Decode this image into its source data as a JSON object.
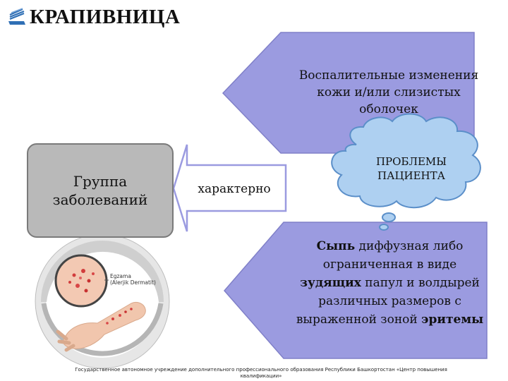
{
  "title": "КРАПИВНИЦА",
  "top_block": {
    "text": "Воспалительные изменения кожи и/или слизистых оболочек"
  },
  "group_block": {
    "text": "Группа заболеваний"
  },
  "arrow": {
    "text": "характерно"
  },
  "cloud": {
    "text": "ПРОБЛЕМЫ ПАЦИЕНТА"
  },
  "bottom_block": {
    "parts": [
      "Сыпь",
      " диффузная либо ограниченная в виде ",
      "зудящих",
      " папул и волдырей различных размеров с выраженной зоной ",
      "эритемы"
    ]
  },
  "image": {
    "label_line1": "Egzama",
    "label_line2": "(Alerjik Dermatit)"
  },
  "footer": "Государственное автономное учреждение дополнительного профессионального образования Республики Башкортостан «Центр повышения квалификации»",
  "colors": {
    "purple_fill": "#9b9be0",
    "purple_stroke": "#7b7bc4",
    "grey_box": "#b9b9b9",
    "cloud_fill": "#aed0f1",
    "cloud_stroke": "#5b8fc9"
  }
}
